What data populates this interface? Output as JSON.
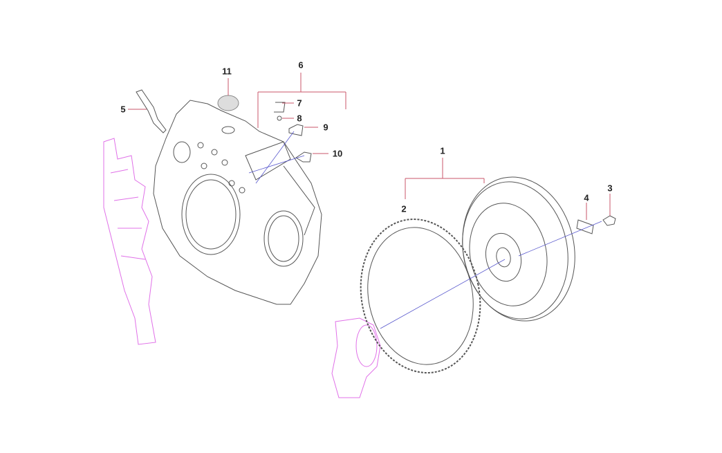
{
  "diagram": {
    "callouts": [
      "1",
      "2",
      "3",
      "4",
      "5",
      "6",
      "7",
      "8",
      "9",
      "10",
      "11"
    ],
    "colors": {
      "leader": "#c8566a",
      "part": "#555555",
      "ghost": "#e070e8",
      "axis": "#5555cc"
    }
  }
}
